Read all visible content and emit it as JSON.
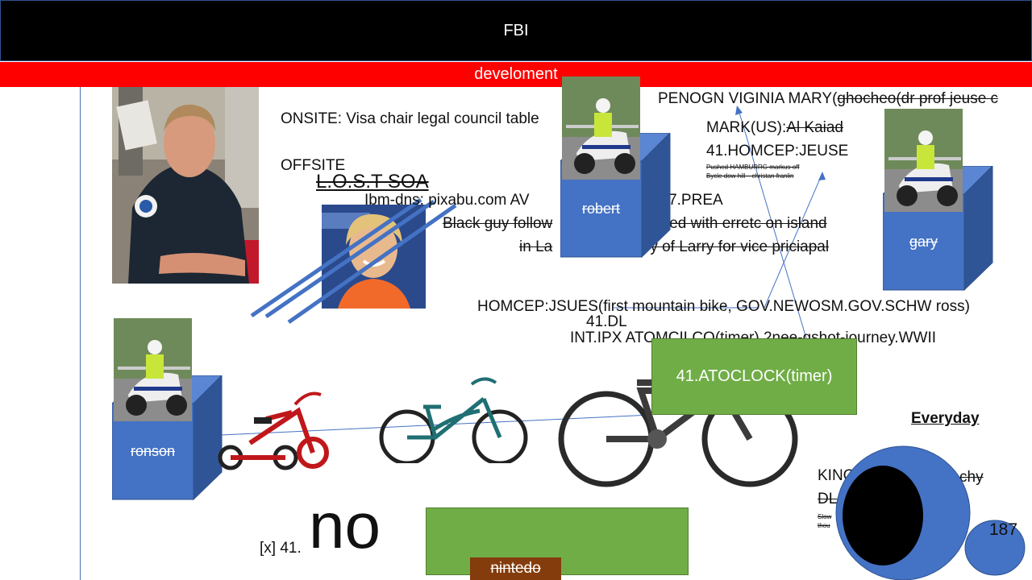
{
  "header": {
    "title": "FBI"
  },
  "subheader": {
    "label": "develoment"
  },
  "texts": {
    "onsite": "ONSITE: Visa chair legal council table",
    "offsite": "OFFSITE",
    "lost_soa": "L.O.S.T  SOA",
    "ibm": "Ibm-dns: pixabu.com  AV",
    "ibm_tail": "ng 187.PREA",
    "black_guy": "Black guy follow",
    "black_guy_tail": "ed with erretc on island",
    "lake": "in La",
    "lake_tail": "opy of Larry for vice priciapal",
    "penogn": "PENOGN VIGINIA MARY(",
    "penogn_strike": "ghocheo(dr prof jeuse c",
    "mark_prefix": "MARK(US):",
    "mark_strike": "Al Kaiad",
    "homcep_jeuse": "41.HOMCEP:JEUSE",
    "tiny1": "Pushed HAMBURRG markus off",
    "tiny2": "Bycle dow hill—christan franlin",
    "homcep_jsues": "HOMCEP:JSUES(first mountain bike, GOV.NEWOSM.GOV.SCHW ross)",
    "dl41": "41.DL",
    "int_ipx": "INT.IPX ATOMCILCO(timer) 2nee-gshot-journey.WWII",
    "everyday": "Everyday",
    "king": "KING",
    "king_tail": "chy",
    "dl": "DL",
    "slow": "Slow",
    "thou": "thou",
    "n187": "187",
    "x41": "[x] 41.",
    "no": "no"
  },
  "cubes": {
    "robert": "robert",
    "gary": "gary",
    "ronson": "ronson"
  },
  "boxes": {
    "atoclock": "41.ATOCLOCK(timer)",
    "nintedo": "nintedo"
  },
  "colors": {
    "cube_front": "#4472c4",
    "cube_side": "#2f5597",
    "cube_top": "#5b86d3",
    "green": "#70ad47",
    "brown": "#843c0c",
    "red": "#ff0000",
    "circle": "#4472c4"
  }
}
